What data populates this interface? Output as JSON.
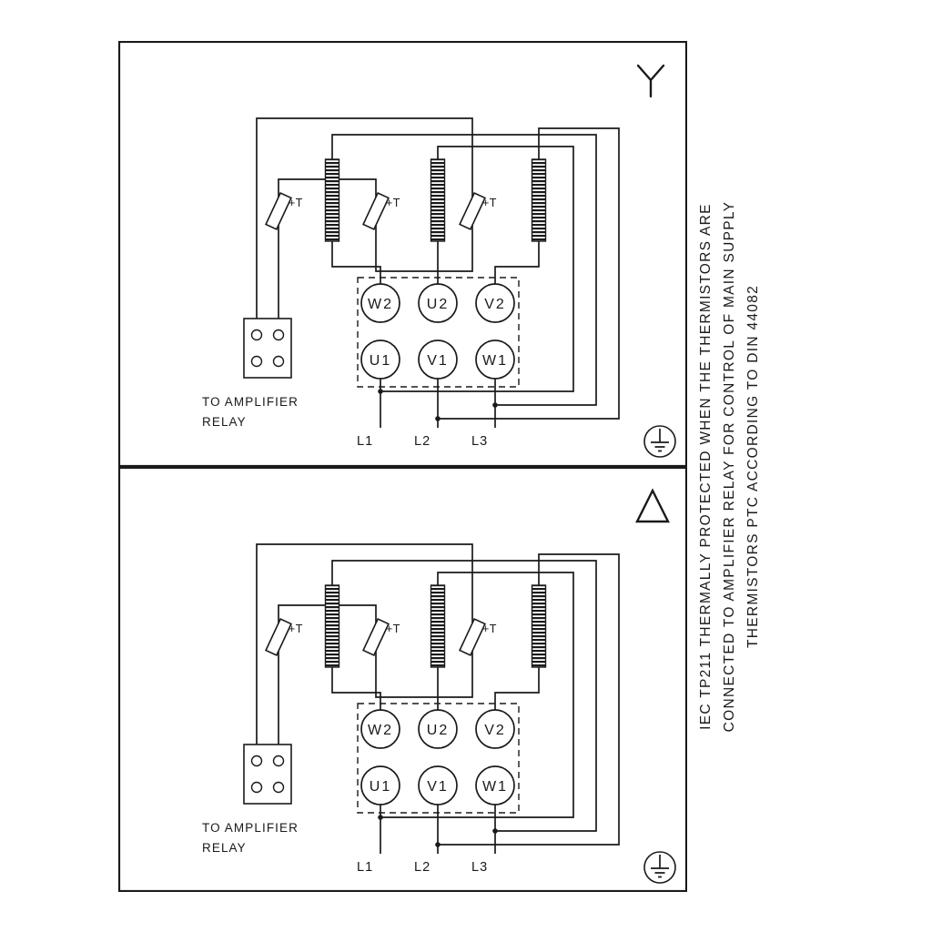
{
  "colors": {
    "ink": "#1a1a1a",
    "background": "#ffffff"
  },
  "panels": [
    {
      "connection": "star",
      "corner_icon": "star-wye-symbol",
      "terminals_top": [
        "W2",
        "U2",
        "V2"
      ],
      "terminals_bottom": [
        "U1",
        "V1",
        "W1"
      ],
      "mains": [
        "L1",
        "L2",
        "L3"
      ],
      "thermistor_label": "+T",
      "relay_note_line1": "TO AMPLIFIER",
      "relay_note_line2": "RELAY",
      "ground_icon": "protective-earth-symbol"
    },
    {
      "connection": "delta",
      "corner_icon": "delta-symbol",
      "terminals_top": [
        "W2",
        "U2",
        "V2"
      ],
      "terminals_bottom": [
        "U1",
        "V1",
        "W1"
      ],
      "mains": [
        "L1",
        "L2",
        "L3"
      ],
      "thermistor_label": "+T",
      "relay_note_line1": "TO AMPLIFIER",
      "relay_note_line2": "RELAY",
      "ground_icon": "protective-earth-symbol"
    }
  ],
  "side_note": {
    "line1": "IEC TP211 THERMALLY PROTECTED WHEN THE THERMISTORS ARE",
    "line2": "CONNECTED TO AMPLIFIER RELAY FOR CONTROL OF MAIN SUPPLY",
    "line3": "THERMISTORS PTC ACCORDING TO DIN 44082"
  }
}
